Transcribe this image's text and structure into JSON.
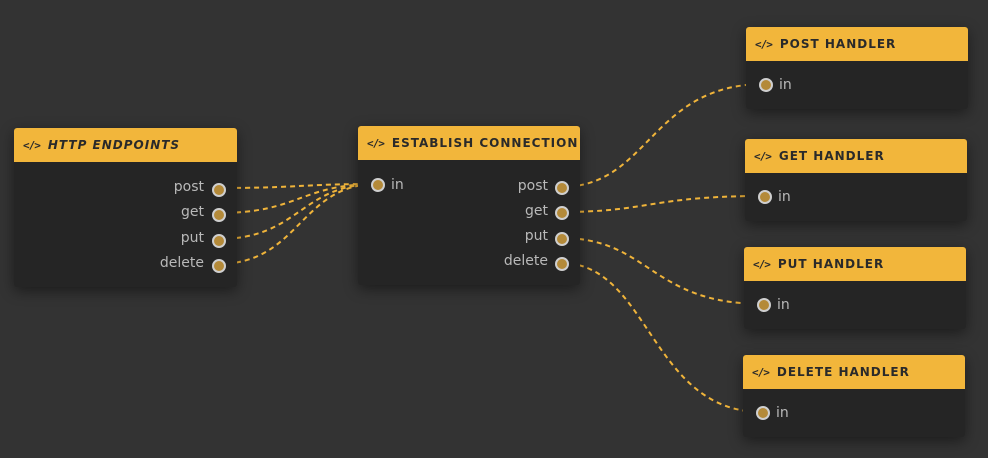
{
  "colors": {
    "background": "#333333",
    "node_body": "#252525",
    "node_header": "#f2b63b",
    "wire": "#f0b43a",
    "port_fill": "#b48a39",
    "port_ring": "#cfcfcf",
    "label": "#b9b9b9"
  },
  "icon": {
    "code": "</>"
  },
  "nodes": {
    "http_endpoints": {
      "title": "HTTP ENDPOINTS",
      "outputs": [
        "post",
        "get",
        "put",
        "delete"
      ]
    },
    "establish_connection": {
      "title": "ESTABLISH CONNECTION",
      "input": "in",
      "outputs": [
        "post",
        "get",
        "put",
        "delete"
      ]
    },
    "post_handler": {
      "title": "POST HANDLER",
      "input": "in"
    },
    "get_handler": {
      "title": "GET HANDLER",
      "input": "in"
    },
    "put_handler": {
      "title": "PUT HANDLER",
      "input": "in"
    },
    "delete_handler": {
      "title": "DELETE HANDLER",
      "input": "in"
    }
  }
}
